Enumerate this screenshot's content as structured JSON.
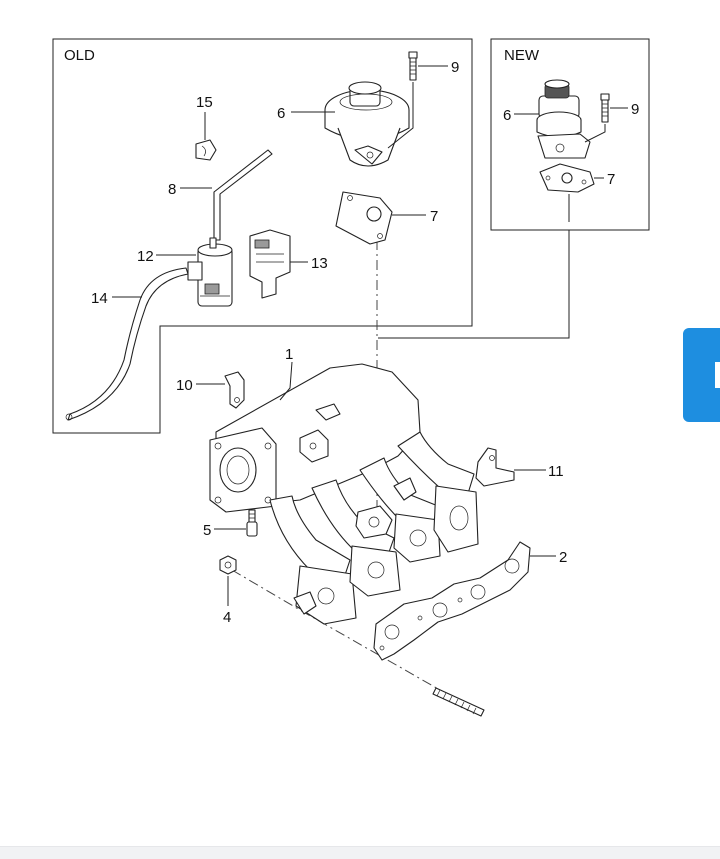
{
  "panels": {
    "old_label": "OLD",
    "new_label": "NEW"
  },
  "callouts": {
    "c1": "1",
    "c2": "2",
    "c4": "4",
    "c5": "5",
    "c6_old": "6",
    "c6_new": "6",
    "c7_old": "7",
    "c7_new": "7",
    "c8": "8",
    "c9_old": "9",
    "c9_new": "9",
    "c10": "10",
    "c11": "11",
    "c12": "12",
    "c13": "13",
    "c14": "14",
    "c15": "15"
  },
  "colors": {
    "accent_tab": "#1e8ee0",
    "line": "#222222",
    "shade": "#9a9a9a"
  }
}
